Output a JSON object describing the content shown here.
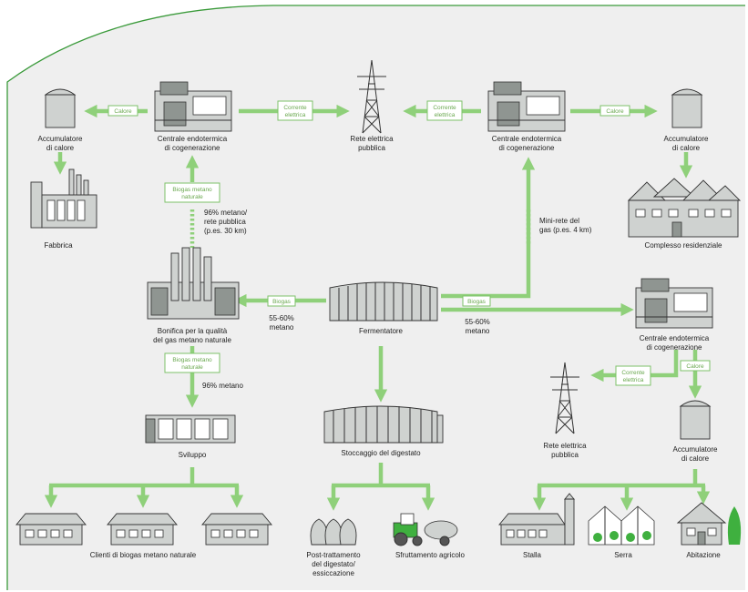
{
  "colors": {
    "background_panel": "#efefef",
    "border": "#3a9a3a",
    "flow_arrow": "#8fd07a",
    "text": "#222222"
  },
  "nodes": {
    "accumulatore_tl": [
      "Accumulatore",
      "di calore"
    ],
    "fabbrica": "Fabbrica",
    "centrale_tl": [
      "Centrale endotermica",
      "di cogenerazione"
    ],
    "rete_top": [
      "Rete elettrica",
      "pubblica"
    ],
    "centrale_tr": [
      "Centrale endotermica",
      "di cogenerazione"
    ],
    "accumulatore_tr": [
      "Accumulatore",
      "di calore"
    ],
    "complesso": "Complesso residenziale",
    "bonifica": [
      "Bonifica per la qualità",
      "del gas metano naturale"
    ],
    "fermentatore": "Fermentatore",
    "centrale_r": [
      "Centrale endotermica",
      "di cogenerazione"
    ],
    "sviluppo": "Sviluppo",
    "stoccaggio": "Stoccaggio del digestato",
    "rete_r": [
      "Rete elettrica",
      "pubblica"
    ],
    "accumulatore_r": [
      "Accumulatore",
      "di calore"
    ],
    "clienti": "Clienti di biogas metano naturale",
    "post": [
      "Post-trattamento",
      "del digestato/",
      "essiccazione"
    ],
    "sfruttamento": "Sfruttamento agricolo",
    "stalla": "Stalla",
    "serra": "Serra",
    "abitazione": "Abitazione"
  },
  "flow_tags": {
    "calore": "Calore",
    "corrente": [
      "Corrente",
      "elettrica"
    ],
    "biogas": "Biogas",
    "biogas_metano": [
      "Biogas metano",
      "naturale"
    ]
  },
  "notes": {
    "rete_pubblica": [
      "96% metano/",
      "rete pubblica",
      "(p.es. 30 km)"
    ],
    "mini_rete": [
      "Mini-rete del",
      "gas (p.es. 4 km)"
    ],
    "metano_left": [
      "55-60%",
      "metano"
    ],
    "metano_right": [
      "55-60%",
      "metano"
    ],
    "metano96": "96% metano"
  }
}
